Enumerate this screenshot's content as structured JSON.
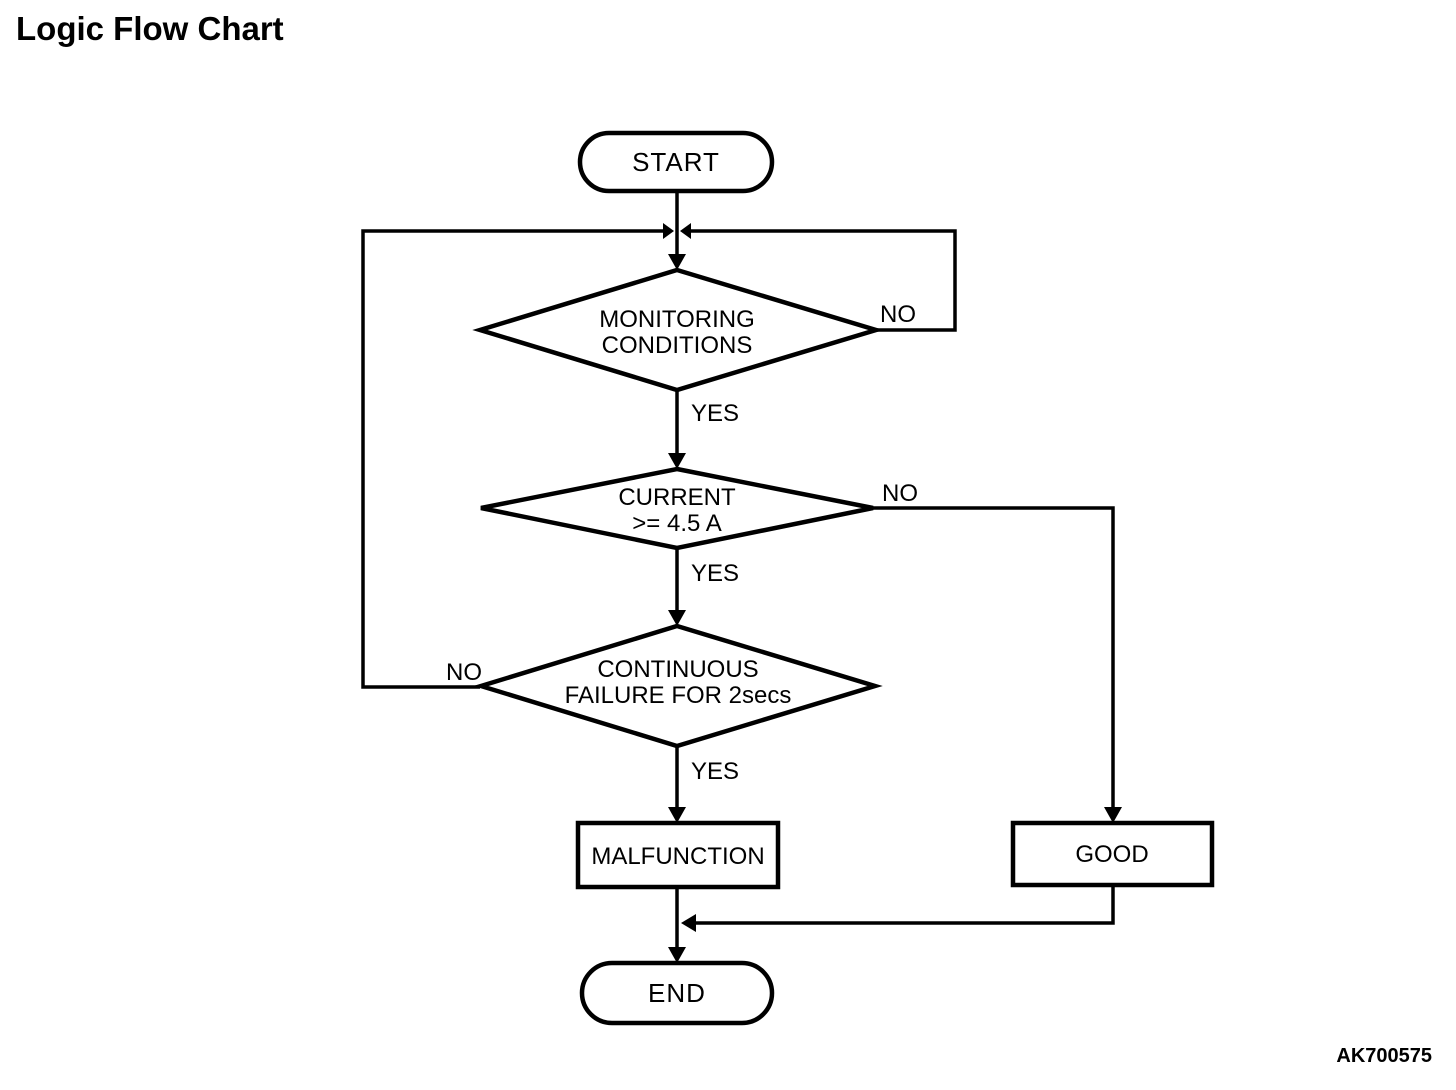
{
  "page": {
    "title": "Logic Flow Chart",
    "figure_code": "AK700575"
  },
  "colors": {
    "line": "#000000",
    "background": "#ffffff",
    "text": "#000000"
  },
  "nodes": {
    "start": {
      "type": "terminator",
      "label": "START"
    },
    "monitoring": {
      "type": "decision",
      "label_line1": "MONITORING",
      "label_line2": "CONDITIONS"
    },
    "current": {
      "type": "decision",
      "label_line1": "CURRENT",
      "label_line2": ">= 4.5 A"
    },
    "continuous": {
      "type": "decision",
      "label_line1": "CONTINUOUS",
      "label_line2": "FAILURE FOR 2secs"
    },
    "malfunction": {
      "type": "process",
      "label": "MALFUNCTION"
    },
    "good": {
      "type": "process",
      "label": "GOOD"
    },
    "end": {
      "type": "terminator",
      "label": "END"
    }
  },
  "edge_labels": {
    "monitoring_yes": "YES",
    "monitoring_no": "NO",
    "current_yes": "YES",
    "current_no": "NO",
    "continuous_yes": "YES",
    "continuous_no": "NO"
  }
}
